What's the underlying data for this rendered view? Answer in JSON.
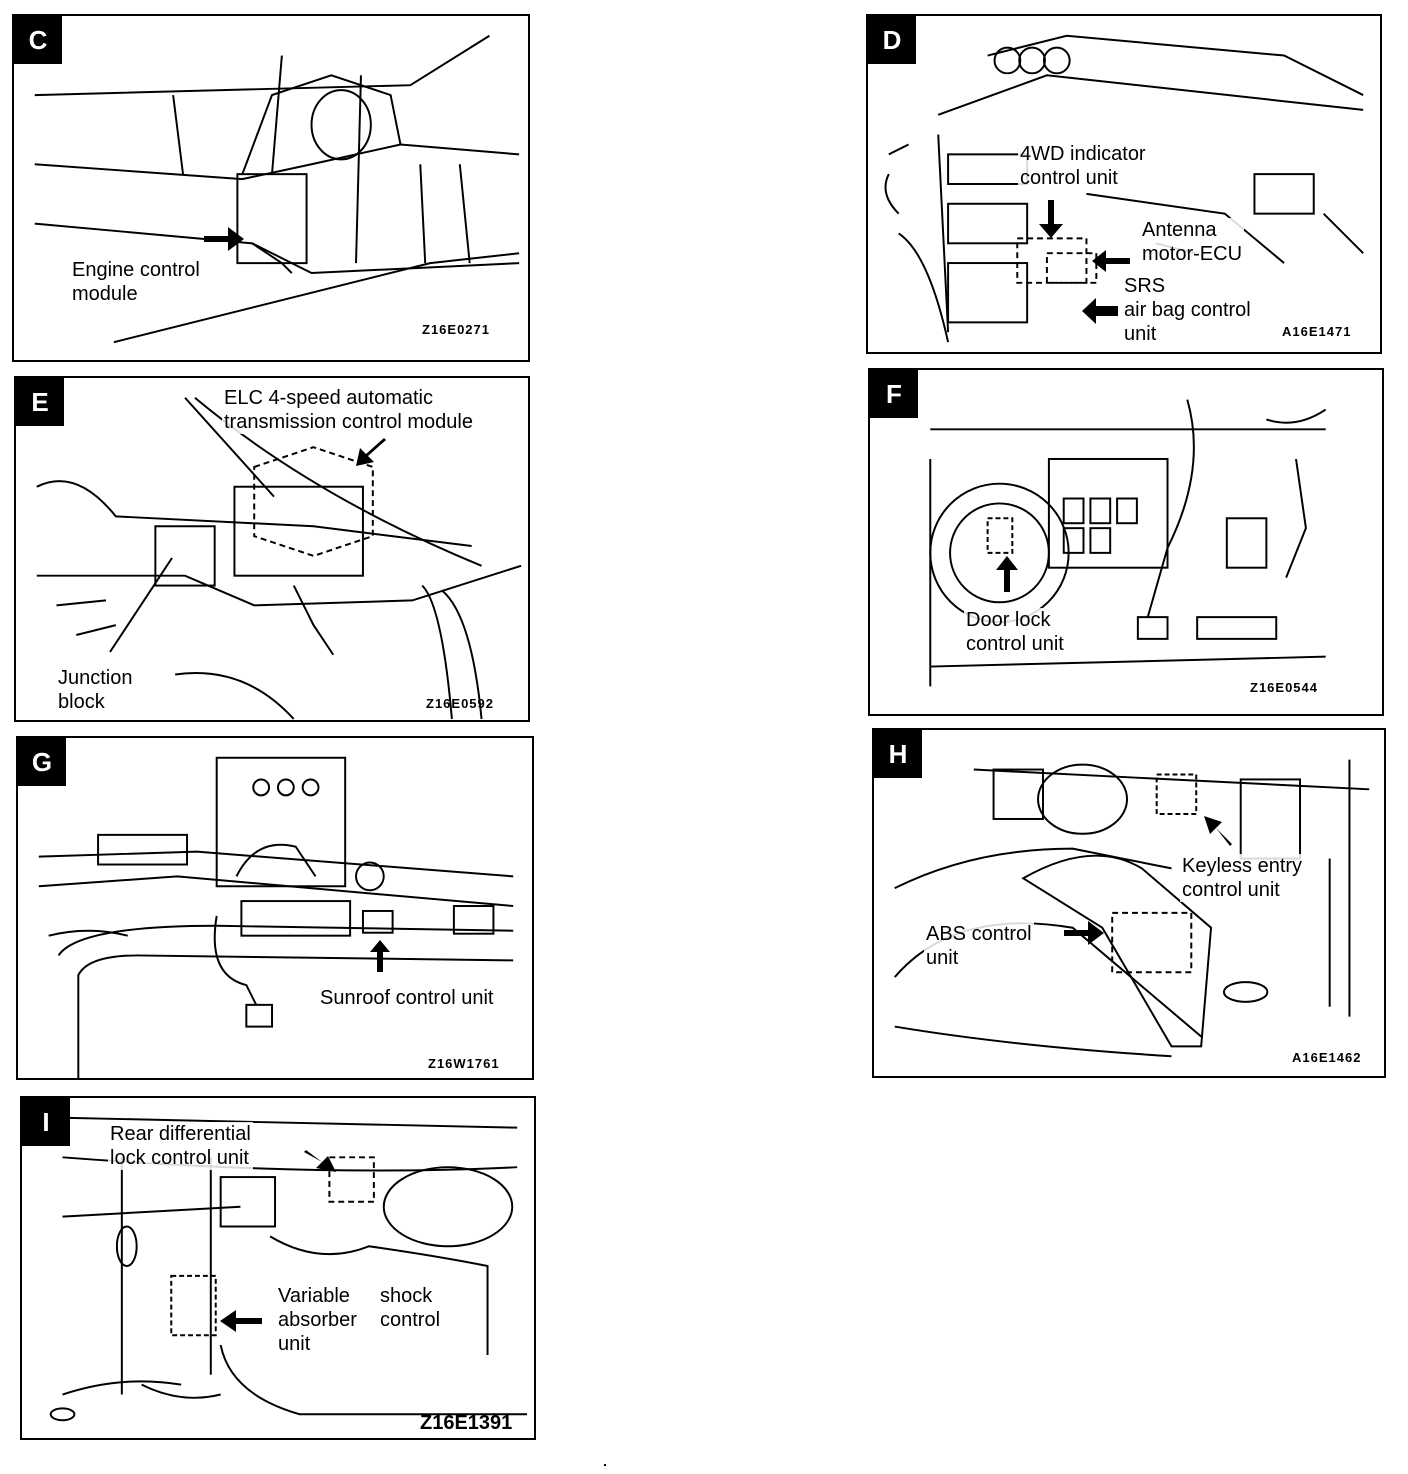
{
  "panels": {
    "c": {
      "letter": "C",
      "code": "Z16E0271",
      "labels": [
        "Engine control\nmodule"
      ]
    },
    "d": {
      "letter": "D",
      "code": "A16E1471",
      "labels": [
        "4WD indicator\ncontrol unit",
        "Antenna\nmotor-ECU",
        "SRS\nair bag control\nunit"
      ]
    },
    "e": {
      "letter": "E",
      "code": "Z16E0592",
      "labels": [
        "ELC 4-speed automatic\ntransmission control module",
        "Junction\nblock"
      ]
    },
    "f": {
      "letter": "F",
      "code": "Z16E0544",
      "labels": [
        "Door lock\ncontrol unit"
      ]
    },
    "g": {
      "letter": "G",
      "code": "Z16W1761",
      "labels": [
        "Sunroof control unit"
      ]
    },
    "h": {
      "letter": "H",
      "code": "A16E1462",
      "labels": [
        "Keyless entry\ncontrol unit",
        "ABS control\nunit"
      ]
    },
    "i": {
      "letter": "I",
      "code": "Z16E1391",
      "labels": [
        "Rear differential\nlock control unit",
        "Variable\nabsorber\nunit",
        "shock\ncontrol"
      ]
    }
  }
}
